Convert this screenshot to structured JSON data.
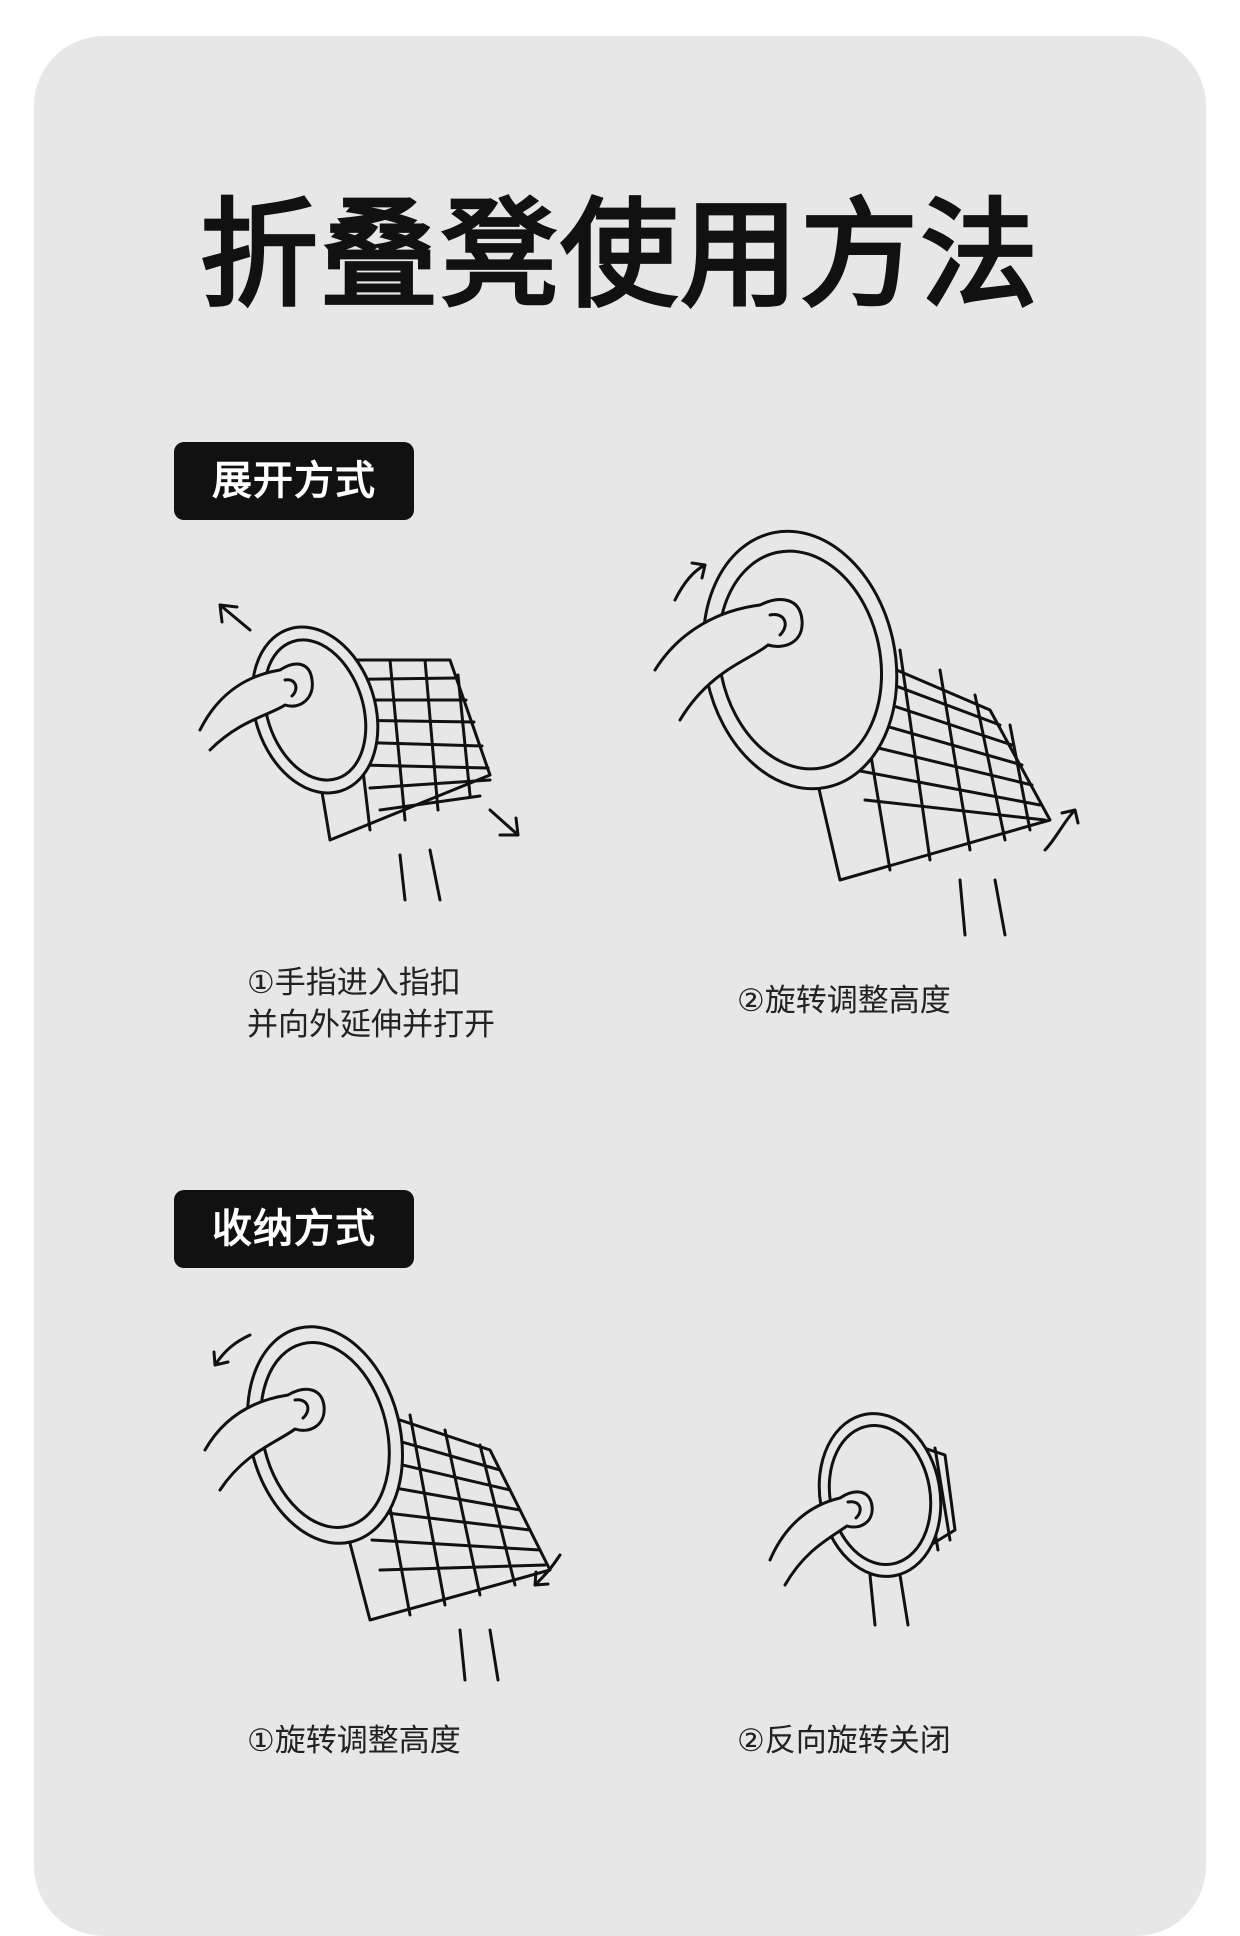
{
  "title": "折叠凳使用方法",
  "unfold": {
    "label": "展开方式",
    "steps": [
      {
        "caption_line1": "①手指进入指扣",
        "caption_line2": "并向外延伸并打开"
      },
      {
        "caption_line1": "②旋转调整高度"
      }
    ]
  },
  "fold": {
    "label": "收纳方式",
    "steps": [
      {
        "caption_line1": "①旋转调整高度"
      },
      {
        "caption_line1": "②反向旋转关闭"
      }
    ]
  },
  "colors": {
    "card": "#e8e7e8",
    "ink": "#111111",
    "label_bg": "#111111",
    "label_text": "#ffffff"
  },
  "icons": [
    "hand-icon",
    "stool-icon",
    "rotate-arrow-icon"
  ]
}
